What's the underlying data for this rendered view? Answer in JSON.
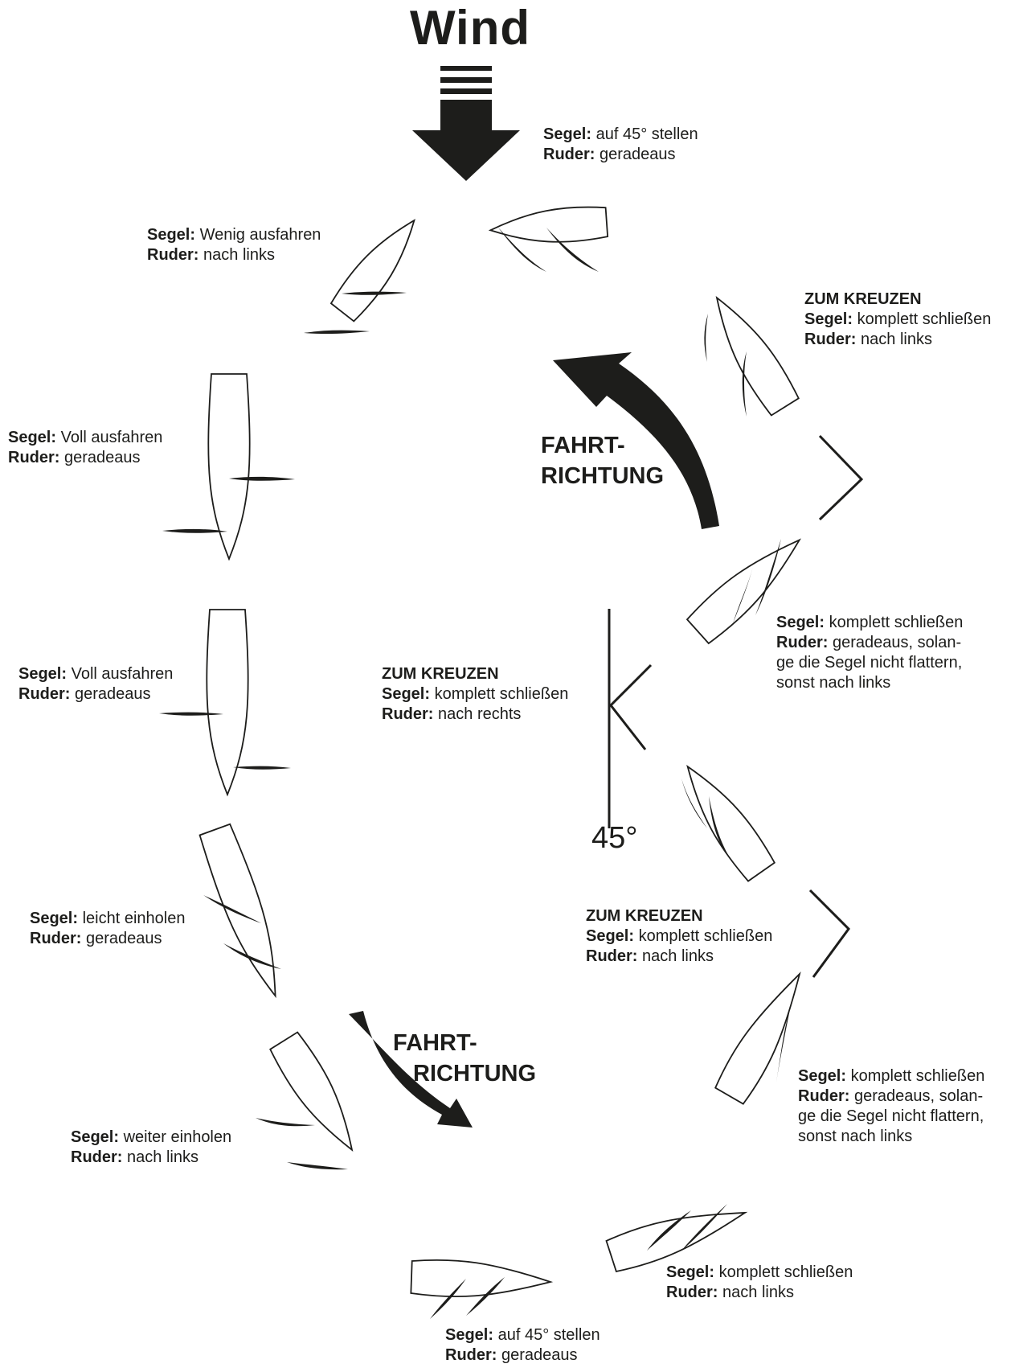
{
  "title": "Wind",
  "direction_label": [
    "FAHRT-",
    "RICHTUNG"
  ],
  "angle_label": "45°",
  "labels": {
    "top": {
      "lines": [
        {
          "key": "Segel:",
          "value": "auf 45° stellen"
        },
        {
          "key": "Ruder:",
          "value": "geradeaus"
        }
      ]
    },
    "upper_left": {
      "lines": [
        {
          "key": "Segel:",
          "value": "Wenig ausfahren"
        },
        {
          "key": "Ruder:",
          "value": "nach links"
        }
      ]
    },
    "upper_right_cross": {
      "heading": "ZUM KREUZEN",
      "lines": [
        {
          "key": "Segel:",
          "value": "komplett schließen"
        },
        {
          "key": "Ruder:",
          "value": "nach links"
        }
      ]
    },
    "left_1": {
      "lines": [
        {
          "key": "Segel:",
          "value": "Voll ausfahren"
        },
        {
          "key": "Ruder:",
          "value": "geradeaus"
        }
      ]
    },
    "right_1": {
      "lines": [
        {
          "key": "Segel:",
          "value": "komplett schließen"
        },
        {
          "key": "Ruder:",
          "value": "geradeaus, solan-"
        },
        {
          "key": "",
          "value": "ge die Segel nicht flattern,"
        },
        {
          "key": "",
          "value": "sonst nach links"
        }
      ]
    },
    "left_2": {
      "lines": [
        {
          "key": "Segel:",
          "value": "Voll ausfahren"
        },
        {
          "key": "Ruder:",
          "value": "geradeaus"
        }
      ]
    },
    "center_cross": {
      "heading": "ZUM KREUZEN",
      "lines": [
        {
          "key": "Segel:",
          "value": "komplett schließen"
        },
        {
          "key": "Ruder:",
          "value": "nach rechts"
        }
      ]
    },
    "left_3": {
      "lines": [
        {
          "key": "Segel:",
          "value": "leicht einholen"
        },
        {
          "key": "Ruder:",
          "value": "geradeaus"
        }
      ]
    },
    "lower_right_cross": {
      "heading": "ZUM KREUZEN",
      "lines": [
        {
          "key": "Segel:",
          "value": "komplett schließen"
        },
        {
          "key": "Ruder:",
          "value": "nach links"
        }
      ]
    },
    "right_2": {
      "lines": [
        {
          "key": "Segel:",
          "value": "komplett schließen"
        },
        {
          "key": "Ruder:",
          "value": "geradeaus, solan-"
        },
        {
          "key": "",
          "value": "ge die Segel nicht flattern,"
        },
        {
          "key": "",
          "value": "sonst nach links"
        }
      ]
    },
    "left_4": {
      "lines": [
        {
          "key": "Segel:",
          "value": "weiter einholen"
        },
        {
          "key": "Ruder:",
          "value": "nach links"
        }
      ]
    },
    "bottom_right": {
      "lines": [
        {
          "key": "Segel:",
          "value": "komplett schließen"
        },
        {
          "key": "Ruder:",
          "value": "nach links"
        }
      ]
    },
    "bottom": {
      "lines": [
        {
          "key": "Segel:",
          "value": "auf 45° stellen"
        },
        {
          "key": "Ruder:",
          "value": "geradeaus"
        }
      ]
    }
  },
  "colors": {
    "ink": "#1d1d1b",
    "background": "#ffffff"
  }
}
